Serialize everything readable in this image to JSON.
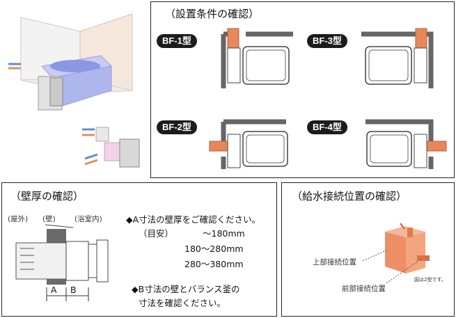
{
  "installation": {
    "title": "（設置条件の確認）",
    "types": [
      {
        "label": "BF-1型"
      },
      {
        "label": "BF-3型"
      },
      {
        "label": "BF-2型"
      },
      {
        "label": "BF-4型"
      }
    ]
  },
  "wall": {
    "title": "（壁厚の確認）",
    "labels": {
      "outside": "(屋外)",
      "wall": "(壁)",
      "bathroom": "(浴室内)",
      "a": "A",
      "b": "B"
    },
    "line1": "◆A寸法の壁厚をご確認ください。",
    "line2_label": "（目安）",
    "ranges": [
      "～180mm",
      "180～280mm",
      "280～380mm"
    ],
    "line3": "◆B寸法の壁とバランス釜の",
    "line4": "寸法を確認ください。"
  },
  "water": {
    "title": "（給水接続位置の確認）",
    "top_label": "上部接続位置",
    "front_label": "前部接続位置",
    "note": "図は2型です。"
  },
  "colors": {
    "accent": "#e8875a",
    "wall_gray": "#6a6a6a"
  }
}
